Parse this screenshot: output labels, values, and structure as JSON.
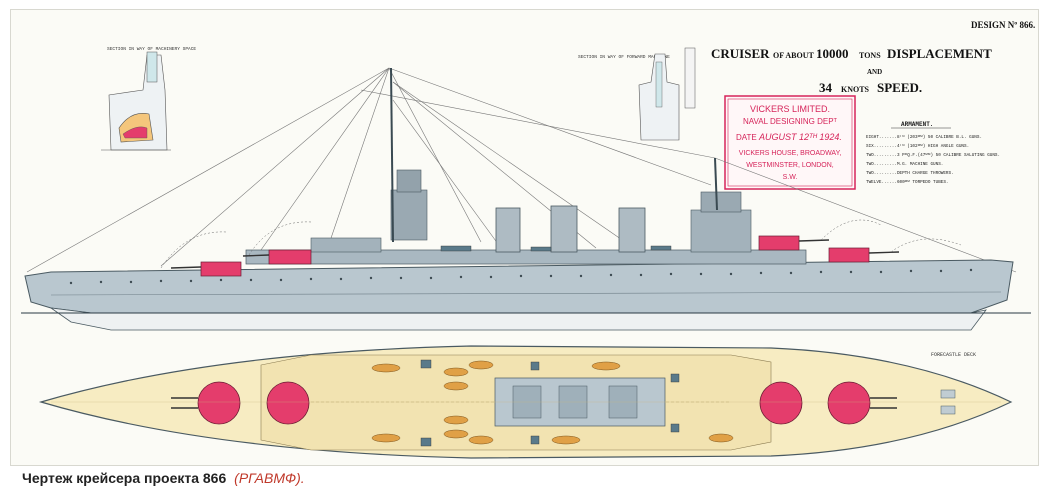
{
  "design_number": "DESIGN Nº 866.",
  "title": {
    "word1": "CRUISER",
    "small1": "OF ABOUT",
    "tons": "10000",
    "small2": "TONS",
    "word2": "DISPLACEMENT",
    "and": "AND",
    "knots": "34",
    "small3": "KNOTS",
    "word3": "SPEED."
  },
  "stamp": {
    "line1": "VICKERS LIMITED.",
    "line2": "NAVAL DESIGNING DEPᵀ",
    "date_label": "DATE",
    "date_value": "AUGUST 12ᵀᴴ 1924.",
    "address1": "VICKERS HOUSE, BROADWAY,",
    "address2": "WESTMINSTER, LONDON,",
    "address3": "S.W."
  },
  "armament": {
    "heading": "ARMAMENT.",
    "items": [
      "EIGHT.......8ᴵᴺ (203ᴹᴹ) 50 CALIBRE B.L. GUNS.",
      "SIX.........4ᴵᴺ (102ᴹᴹ) HIGH ANGLE GUNS.",
      "TWO.........3 PᴿQ.F.(47ᴹᴹ) 50 CALIBRE SALUTING GUNS.",
      "TWO.........M.G. MACHINE GUNS.",
      "TWO.........DEPTH CHARGE THROWERS.",
      "TWELVE......600ᴹᴹ TORPEDO TUBES."
    ]
  },
  "sections": {
    "left": "SECTION IN WAY OF MACHINERY SPACE",
    "right": "SECTION IN WAY OF FORWARD MAGAZINE"
  },
  "deck_label": "FORECASTLE DECK",
  "caption": {
    "main": "Чертеж крейсера проекта 866",
    "source": "(РГАВМФ)."
  },
  "colors": {
    "hull": "#b9c7cf",
    "hull_dark": "#8c9ea8",
    "turret": "#e43d6c",
    "deck": "#f7ecc2",
    "boat": "#e0a046",
    "stamp": "#d6245a",
    "funnel": "#aebbc3"
  },
  "icons": [
    "ship-profile-drawing",
    "deck-plan-drawing",
    "gun-turret-icon",
    "funnel-icon",
    "mast-icon",
    "boat-icon"
  ]
}
